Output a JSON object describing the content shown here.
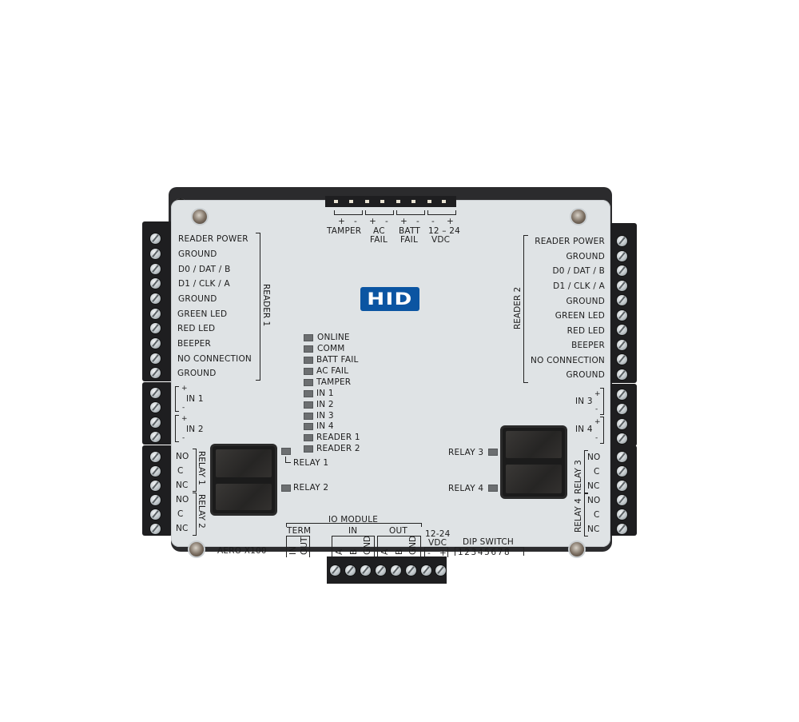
{
  "product": {
    "brand": "HID",
    "model": "AERO X100",
    "colors": {
      "logo_blue": "#0b55a2",
      "panel": "#dfe3e5",
      "housing": "#2b2b2d",
      "led": "#6c6f71"
    }
  },
  "top_connector": {
    "groups": [
      {
        "polarity": [
          "+",
          "-"
        ],
        "label_line1": "TAMPER",
        "label_line2": ""
      },
      {
        "polarity": [
          "+",
          "-"
        ],
        "label_line1": "AC",
        "label_line2": "FAIL"
      },
      {
        "polarity": [
          "+",
          "-"
        ],
        "label_line1": "BATT",
        "label_line2": "FAIL"
      },
      {
        "polarity": [
          "-",
          "+"
        ],
        "label_line1": "12 – 24",
        "label_line2": "VDC"
      }
    ]
  },
  "reader1": {
    "title": "READER 1",
    "terminals": [
      "READER POWER",
      "GROUND",
      "D0 / DAT / B",
      "D1 / CLK / A",
      "GROUND",
      "GREEN LED",
      "RED LED",
      "BEEPER",
      "NO CONNECTION",
      "GROUND"
    ]
  },
  "reader2": {
    "title": "READER 2",
    "terminals": [
      "READER POWER",
      "GROUND",
      "D0 / DAT / B",
      "D1 / CLK / A",
      "GROUND",
      "GREEN LED",
      "RED LED",
      "BEEPER",
      "NO CONNECTION",
      "GROUND"
    ]
  },
  "inputs_left": [
    {
      "label": "IN 1",
      "plus": "+",
      "minus": "-"
    },
    {
      "label": "IN 2",
      "plus": "+",
      "minus": "-"
    }
  ],
  "inputs_right": [
    {
      "label": "IN 3",
      "plus": "+",
      "minus": "-"
    },
    {
      "label": "IN 4",
      "plus": "+",
      "minus": "-"
    }
  ],
  "relays_left": [
    {
      "title": "RELAY 1",
      "contacts": [
        "NO",
        "C",
        "NC"
      ]
    },
    {
      "title": "RELAY 2",
      "contacts": [
        "NO",
        "C",
        "NC"
      ]
    }
  ],
  "relays_right": [
    {
      "title": "RELAY 3",
      "contacts": [
        "NO",
        "C",
        "NC"
      ]
    },
    {
      "title": "RELAY 4",
      "contacts": [
        "NO",
        "C",
        "NC"
      ]
    }
  ],
  "relay_leds": {
    "relay1": "RELAY 1",
    "relay2": "RELAY 2",
    "relay3": "RELAY 3",
    "relay4": "RELAY 4"
  },
  "status_leds": [
    "ONLINE",
    "COMM",
    "BATT FAIL",
    "AC FAIL",
    "TAMPER",
    "IN 1",
    "IN 2",
    "IN 3",
    "IN 4",
    "READER 1",
    "READER 2"
  ],
  "io_module": {
    "title": "IO MODULE",
    "term": {
      "label": "TERM",
      "pins": [
        "IN",
        "OUT"
      ]
    },
    "in": {
      "label": "IN",
      "pins": [
        "A",
        "B",
        "GND"
      ]
    },
    "out": {
      "label": "OUT",
      "pins": [
        "A",
        "B",
        "GND"
      ]
    },
    "power": {
      "label_line1": "12-24",
      "label_line2": "VDC",
      "pins": [
        "-",
        "+"
      ]
    }
  },
  "dip_switch": {
    "label": "DIP SWITCH",
    "positions": "12345678"
  }
}
